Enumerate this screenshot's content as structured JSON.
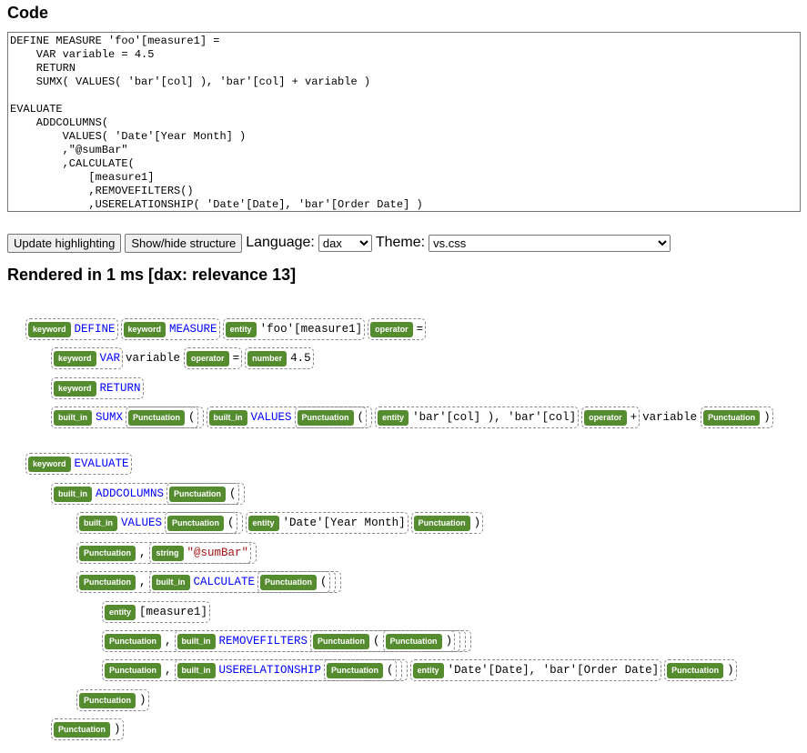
{
  "headings": {
    "code": "Code",
    "rendered": "Rendered in 1 ms [dax: relevance 13]"
  },
  "code": "DEFINE MEASURE 'foo'[measure1] =\n    VAR variable = 4.5\n    RETURN\n    SUMX( VALUES( 'bar'[col] ), 'bar'[col] + variable )\n\nEVALUATE\n    ADDCOLUMNS(\n        VALUES( 'Date'[Year Month] )\n        ,\"@sumBar\"\n        ,CALCULATE(\n            [measure1]\n            ,REMOVEFILTERS()\n            ,USERELATIONSHIP( 'Date'[Date], 'bar'[Order Date] )\n        )",
  "controls": {
    "update_button": "Update highlighting",
    "structure_button": "Show/hide structure",
    "language_label": "Language:",
    "language_value": "dax",
    "theme_label": "Theme:",
    "theme_value": "vs.css"
  },
  "tree": {
    "r1": {
      "t1": "keyword",
      "v1": "DEFINE",
      "t2": "keyword",
      "v2": "MEASURE",
      "t3": "entity",
      "v3": "'foo'[measure1]",
      "t4": "operator",
      "v4": "="
    },
    "r2": {
      "t1": "keyword",
      "v1": "VAR",
      "v1b": "variable",
      "t2": "operator",
      "v2": "=",
      "t3": "number",
      "v3": "4.5"
    },
    "r3": {
      "t1": "keyword",
      "v1": "RETURN"
    },
    "r4": {
      "t1": "built_in",
      "v1": "SUMX",
      "t2": "Punctuation",
      "v2": "(",
      "t3": "built_in",
      "v3": "VALUES",
      "t4": "Punctuation",
      "v4": "(",
      "t5": "entity",
      "v5": "'bar'[col] ), 'bar'[col]",
      "t6": "operator",
      "v6": "+",
      "v6b": "variable",
      "t7": "Punctuation",
      "v7": ")"
    },
    "r5": {
      "t1": "keyword",
      "v1": "EVALUATE"
    },
    "r6": {
      "t1": "built_in",
      "v1": "ADDCOLUMNS",
      "t2": "Punctuation",
      "v2": "("
    },
    "r7": {
      "t1": "built_in",
      "v1": "VALUES",
      "t2": "Punctuation",
      "v2": "(",
      "t3": "entity",
      "v3": "'Date'[Year Month]",
      "t4": "Punctuation",
      "v4": ")"
    },
    "r8": {
      "t1": "Punctuation",
      "v1": ",",
      "t2": "string",
      "v2": "\"@sumBar\""
    },
    "r9": {
      "t1": "Punctuation",
      "v1": ",",
      "t2": "built_in",
      "v2": "CALCULATE",
      "t3": "Punctuation",
      "v3": "("
    },
    "r10": {
      "t1": "entity",
      "v1": "[measure1]"
    },
    "r11": {
      "t1": "Punctuation",
      "v1": ",",
      "t2": "built_in",
      "v2": "REMOVEFILTERS",
      "t3": "Punctuation",
      "v3": "(",
      "t4": "Punctuation",
      "v4": ")"
    },
    "r12": {
      "t1": "Punctuation",
      "v1": ",",
      "t2": "built_in",
      "v2": "USERELATIONSHIP",
      "t3": "Punctuation",
      "v3": "(",
      "t4": "entity",
      "v4": "'Date'[Date], 'bar'[Order Date]",
      "t5": "Punctuation",
      "v5": ")"
    },
    "r13": {
      "t1": "Punctuation",
      "v1": ")"
    },
    "r14": {
      "t1": "Punctuation",
      "v1": ")"
    }
  },
  "colors": {
    "tag_bg": "#548c2f",
    "keyword": "#0000ff",
    "string": "#a31515"
  }
}
